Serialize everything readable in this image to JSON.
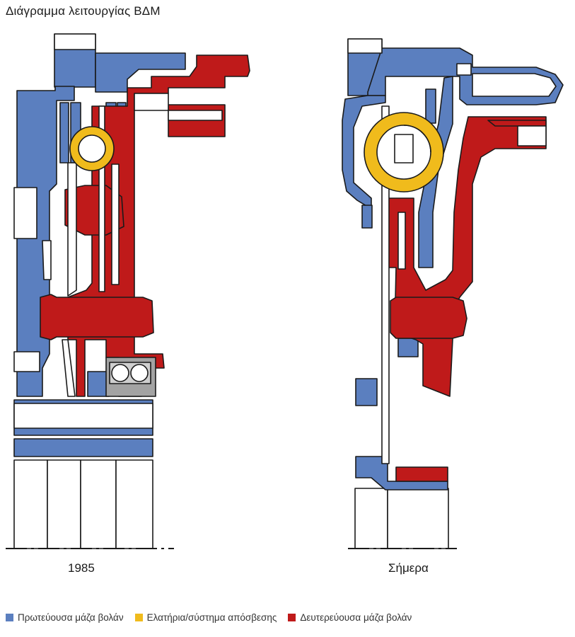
{
  "title": "Διάγραμμα λειτουργίας ΒΔΜ",
  "captions": {
    "left": "1985",
    "right": "Σήμερα"
  },
  "colors": {
    "primary": "#5b7fbf",
    "spring": "#f0bb1c",
    "secondary": "#bf1a1a",
    "bearing": "#a3a3a3",
    "outline": "#1a1a1a"
  },
  "legend": [
    {
      "label": "Πρωτεύουσα μάζα βολάν",
      "color": "#5b7fbf"
    },
    {
      "label": "Ελατήρια/σύστημα απόσβεσης",
      "color": "#f0bb1c"
    },
    {
      "label": "Δευτερεύουσα μάζα βολάν",
      "color": "#bf1a1a"
    }
  ]
}
